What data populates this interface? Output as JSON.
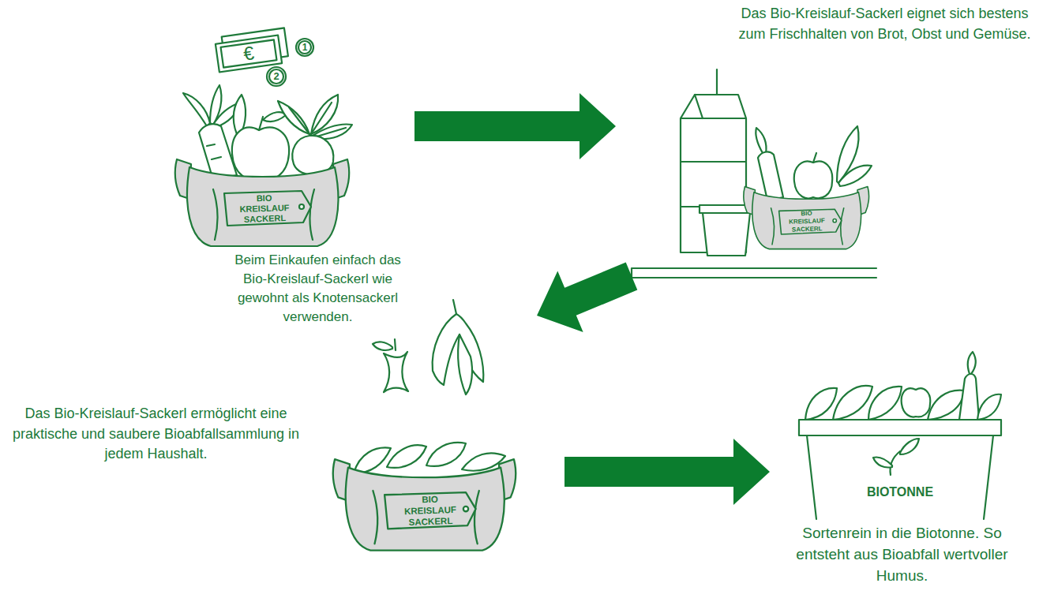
{
  "diagram": {
    "nodes": [
      {
        "text": [
          "Beim Einkaufen einfach das Bio-Kreislauf-Sackerl wie gewohnt als Knotensackerl verwenden."
        ]
      },
      {
        "text": [
          "Das Bio-Kreislauf-Sackerl eignet sich bestens zum Frischhalten von Brot, Obst und Gemüse."
        ]
      },
      {
        "text": [
          "Das Bio-Kreislauf-Sackerl ermöglicht eine praktische und saubere Bioabfallsammlung in jedem Haushalt."
        ]
      },
      {
        "text": [
          "Sortenrein in die Biotonne. So entsteht aus Bioabfall wertvoller Humus."
        ]
      }
    ],
    "edges": [
      {
        "from": 0,
        "to": 1,
        "arrow": "to"
      },
      {
        "from": 1,
        "to": 2,
        "arrow": "to"
      },
      {
        "from": 2,
        "to": 3,
        "arrow": "to"
      }
    ],
    "labels": [
      "€",
      "1",
      "2",
      "BIO KREISLAUF SACKERL",
      "BIO KREISLAUF SACKERL",
      "BIO KREISLAUF SACKERL",
      "BIOTONNE"
    ]
  }
}
